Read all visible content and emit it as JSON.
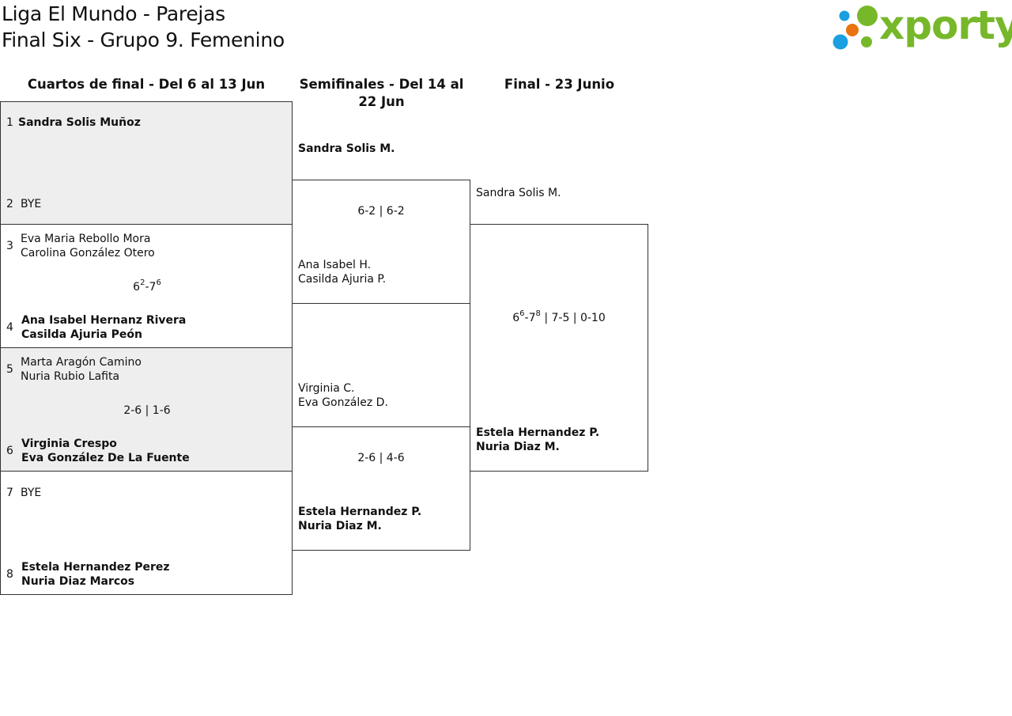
{
  "header": {
    "title_line1": "Liga El Mundo - Parejas",
    "title_line2": "Final Six - Grupo 9. Femenino",
    "logo_text": "xporty",
    "logo_colors": {
      "green": "#77b82a",
      "blue": "#1a9fe0",
      "orange": "#e8730f"
    }
  },
  "rounds": {
    "quarter": "Cuartos de final - Del 6 al 13 Jun",
    "semi": "Semifinales - Del 14 al 22 Jun",
    "final": "Final - 23 Junio"
  },
  "quarterfinals": [
    {
      "seed_a": "1",
      "a1": "Sandra Solis Muñoz",
      "a2": "",
      "seed_b": "2",
      "b1": "BYE",
      "b2": "",
      "score": ""
    },
    {
      "seed_a": "3",
      "a1": "Eva Maria Rebollo Mora",
      "a2": "Carolina González Otero",
      "seed_b": "4",
      "b1": "Ana Isabel Hernanz Rivera",
      "b2": "Casilda Ajuria Peón",
      "score_parts": [
        "6",
        "2",
        "-7",
        "6"
      ]
    },
    {
      "seed_a": "5",
      "a1": "Marta Aragón Camino",
      "a2": "Nuria Rubio Lafita",
      "seed_b": "6",
      "b1": "Virginia Crespo",
      "b2": "Eva González De La Fuente",
      "score": "2-6 | 1-6"
    },
    {
      "seed_a": "7",
      "a1": "BYE",
      "a2": "",
      "seed_b": "8",
      "b1": "Estela Hernandez Perez",
      "b2": "Nuria Diaz Marcos",
      "score": ""
    }
  ],
  "semifinals": [
    {
      "a1": "Sandra Solis M.",
      "a2": "",
      "b1": "Ana Isabel H.",
      "b2": "Casilda Ajuria P.",
      "score": "6-2 | 6-2"
    },
    {
      "a1": "Virginia C.",
      "a2": "Eva González D.",
      "b1": "Estela Hernandez P.",
      "b2": "Nuria Diaz M.",
      "score": "2-6 | 4-6"
    }
  ],
  "final": {
    "a1": "Sandra Solis M.",
    "a2": "",
    "b1": "Estela Hernandez P.",
    "b2": "Nuria Diaz M.",
    "score_parts": [
      "6",
      "6",
      "-7",
      "8",
      " | 7-5 | 0-10"
    ]
  }
}
